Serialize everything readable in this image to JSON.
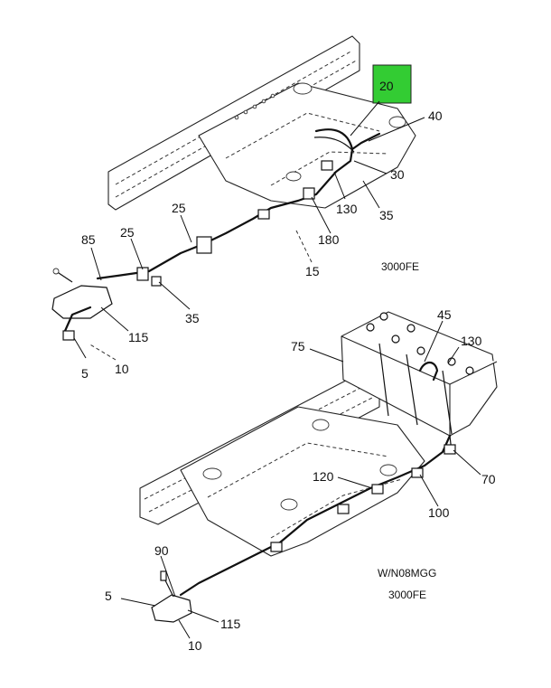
{
  "highlight_color": "#33cc33",
  "upper": {
    "callouts": {
      "c20": "20",
      "c40": "40",
      "c30": "30",
      "c35a": "35",
      "c130": "130",
      "c180": "180",
      "c15": "15",
      "c25a": "25",
      "c25b": "25",
      "c85": "85",
      "c35b": "35",
      "c115": "115",
      "c5": "5",
      "c10": "10"
    },
    "model_label": "3000FE"
  },
  "lower": {
    "callouts": {
      "c45": "45",
      "c75": "75",
      "c130": "130",
      "c120": "120",
      "c70": "70",
      "c100": "100",
      "c90": "90",
      "c5": "5",
      "c115": "115",
      "c10": "10"
    },
    "option_label": "W/N08MGG",
    "model_label": "3000FE"
  }
}
